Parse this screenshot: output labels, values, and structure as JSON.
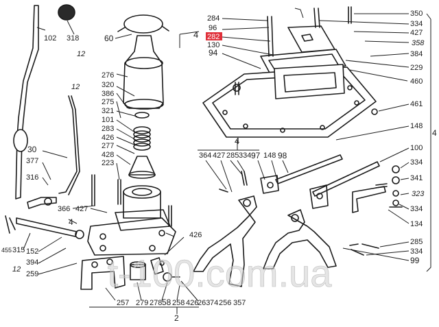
{
  "watermark": "t-100.com.ua",
  "colors": {
    "ink": "#1a1a1a",
    "highlight": "#e0303a",
    "paper": "#ffffff",
    "watermark": "#d9d9d9"
  },
  "part_numbers": {
    "n102": "102",
    "n318": "318",
    "n12a": "12",
    "n60": "60",
    "n276": "276",
    "n320": "320",
    "n12b": "12",
    "n386": "386",
    "n275": "275",
    "n321": "321",
    "n101": "101",
    "n283": "283",
    "n426a": "426",
    "n277": "277",
    "n428": "428",
    "n223": "223",
    "n30": "30",
    "n377": "377",
    "n316": "316",
    "n366": "366",
    "n427a": "427",
    "n4a": "4",
    "n455": "455",
    "n315": "315",
    "n152": "152",
    "n394": "394",
    "n12c": "12",
    "n259": "259",
    "n426b": "426",
    "n257": "257",
    "n279": "279",
    "n278": "278",
    "n58": "58",
    "n258": "258",
    "n426c": "426",
    "n263": "263",
    "n74": "74",
    "n256": "256",
    "n357": "357",
    "n2": "2",
    "n284": "284",
    "n96": "96",
    "n4b": "4",
    "n282": "282",
    "n130": "130",
    "n94": "94",
    "n350": "350",
    "n334a": "334",
    "n427b": "427",
    "n358": "358",
    "n384": "384",
    "n229": "229",
    "n460": "460",
    "n461": "461",
    "n148a": "148",
    "n4c": "4",
    "n100": "100",
    "n334b": "334",
    "n341": "341",
    "n323": "323",
    "n334c": "334",
    "n134": "134",
    "n285": "285",
    "n334d": "334",
    "n99": "99",
    "n4d": "4",
    "n364": "364",
    "n427c": "427",
    "n285b": "285",
    "n334e": "334",
    "n97": "97",
    "n148b": "148",
    "n98": "98"
  }
}
